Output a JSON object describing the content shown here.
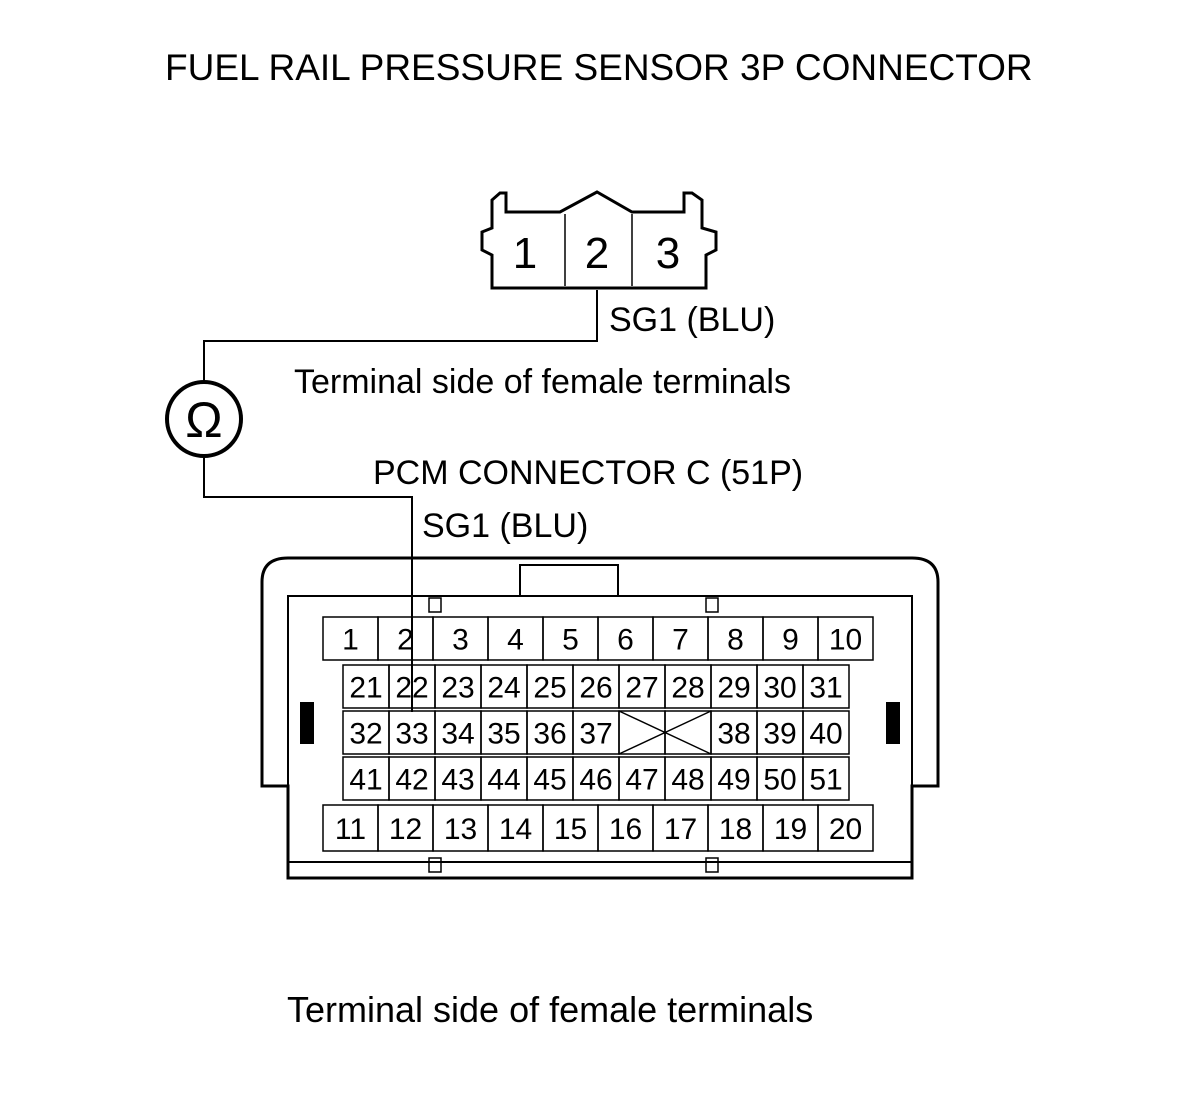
{
  "title": "FUEL RAIL PRESSURE SENSOR 3P CONNECTOR",
  "sensor_connector": {
    "terminals": [
      "1",
      "2",
      "3"
    ],
    "wire_label": "SG1 (BLU)",
    "caption": "Terminal side of female terminals"
  },
  "ohmmeter": {
    "symbol": "Ω"
  },
  "pcm_connector": {
    "title": "PCM CONNECTOR C (51P)",
    "wire_label": "SG1 (BLU)",
    "caption": "Terminal side of female terminals",
    "rows": [
      [
        "1",
        "2",
        "3",
        "4",
        "5",
        "6",
        "7",
        "8",
        "9",
        "10"
      ],
      [
        "21",
        "22",
        "23",
        "24",
        "25",
        "26",
        "27",
        "28",
        "29",
        "30",
        "31"
      ],
      [
        "32",
        "33",
        "34",
        "35",
        "36",
        "37",
        "",
        "",
        "38",
        "39",
        "40"
      ],
      [
        "41",
        "42",
        "43",
        "44",
        "45",
        "46",
        "47",
        "48",
        "49",
        "50",
        "51"
      ],
      [
        "11",
        "12",
        "13",
        "14",
        "15",
        "16",
        "17",
        "18",
        "19",
        "20"
      ]
    ]
  }
}
